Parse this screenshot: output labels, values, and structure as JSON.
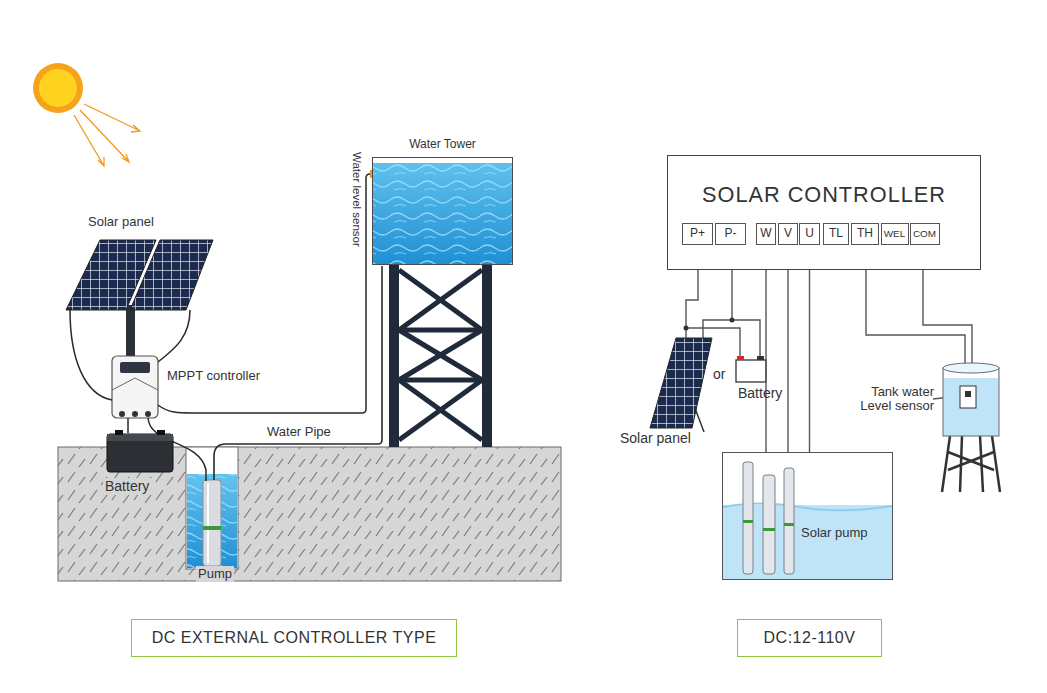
{
  "diagram": {
    "nodes": [
      {
        "text": [
          "Water Tower"
        ]
      },
      {
        "text": [
          "SOLAR CONTROLLER"
        ]
      },
      {
        "text": [
          "P+"
        ],
        "in": 1
      },
      {
        "text": [
          "P-"
        ],
        "in": 1
      },
      {
        "text": [
          "W"
        ],
        "in": 1
      },
      {
        "text": [
          "V"
        ],
        "in": 1
      },
      {
        "text": [
          "U"
        ],
        "in": 1
      },
      {
        "text": [
          "TL"
        ],
        "in": 1
      },
      {
        "text": [
          "TH"
        ],
        "in": 1
      },
      {
        "text": [
          "WEL"
        ],
        "in": 1
      },
      {
        "text": [
          "COM"
        ],
        "in": 1
      },
      {
        "text": [
          "Solar pump"
        ]
      },
      {
        "text": [
          "DC EXTERNAL CONTROLLER TYPE"
        ]
      },
      {
        "text": [
          "DC:12-110V"
        ]
      }
    ],
    "edges": [
      {
        "from": 4,
        "to": 11,
        "arrow": "none"
      },
      {
        "from": 5,
        "to": 11,
        "arrow": "none"
      },
      {
        "from": 6,
        "to": 11,
        "arrow": "none"
      }
    ],
    "labels": [
      "Solar panel",
      "MPPT controller",
      "Water level sensor",
      "Water Pipe",
      "Battery",
      "Pump",
      "or",
      "Battery",
      "Solar panel",
      "Tank water Level sensor"
    ]
  }
}
